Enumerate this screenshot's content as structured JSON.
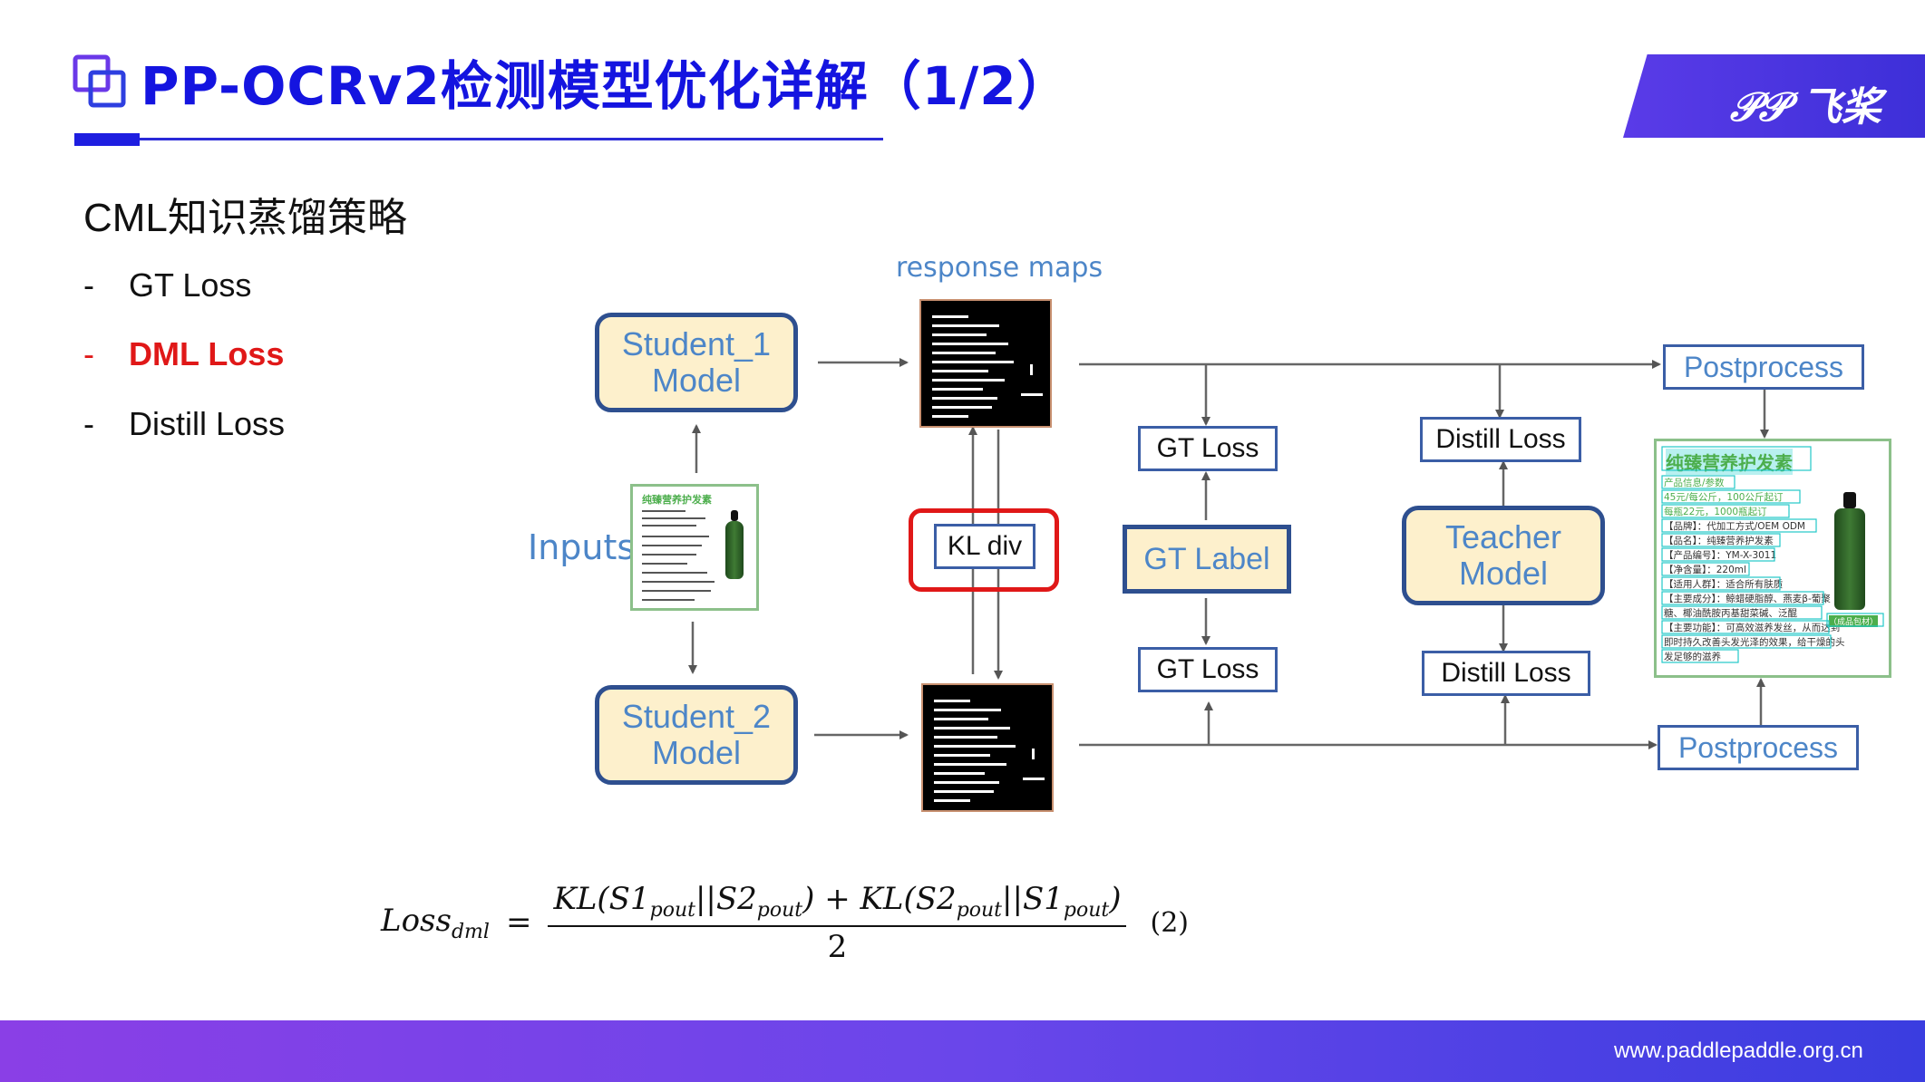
{
  "header": {
    "title": "PP-OCRv2检测模型优化详解（1/2）",
    "logo_text": "飞桨",
    "logo_glyph": "𝒫𝒫"
  },
  "left": {
    "section_title": "CML知识蒸馏策略",
    "bullets": [
      {
        "dash": "-",
        "text": "GT Loss",
        "color": "#111111"
      },
      {
        "dash": "-",
        "text": "DML Loss",
        "color": "#e01818"
      },
      {
        "dash": "-",
        "text": "Distill Loss",
        "color": "#111111"
      }
    ]
  },
  "diagram": {
    "response_maps_label": "response maps",
    "inputs_label": "Inputs",
    "student1": [
      "Student_1",
      "Model"
    ],
    "student2": [
      "Student_2",
      "Model"
    ],
    "teacher": [
      "Teacher",
      "Model"
    ],
    "kl_div": "KL div",
    "gt_label": "GT Label",
    "gt_loss_top": "GT Loss",
    "gt_loss_bottom": "GT Loss",
    "distill_loss_top": "Distill Loss",
    "distill_loss_bottom": "Distill Loss",
    "postprocess_top": "Postprocess",
    "postprocess_bottom": "Postprocess",
    "input_image": {
      "title": "纯臻营养护发素"
    },
    "output_image": {
      "title": "纯臻营养护发素",
      "lines": [
        "产品信息/参数",
        "45元/每公斤，100公斤起订",
        "每瓶22元，1000瓶起订",
        "【品牌】：代加工方式/OEM ODM",
        "【品名】：纯臻营养护发素",
        "【产品编号】：YM-X-3011",
        "【净含量】：220ml",
        "【适用人群】：适合所有肤质",
        "【主要成分】：鲸蜡硬脂醇、燕麦β-葡聚",
        "糖、椰油酰胺丙基甜菜碱、泛醌",
        "【主要功能】：可高效滋养发丝，从而达到",
        "即时持久改善头发光泽的效果，给干燥的头",
        "发足够的滋养"
      ],
      "side_tag": "（成品包材）"
    }
  },
  "formula": {
    "lhs": "Loss",
    "lhs_sub": "dml",
    "eq": "=",
    "num_a": "KL(S1",
    "sub_pout": "pout",
    "sep": "||S2",
    "close": ")",
    "plus": " + ",
    "num_b": "KL(S2",
    "sep_b": "||S1",
    "den": "2",
    "number": "(2)"
  },
  "footer": {
    "url": "www.paddlepaddle.org.cn"
  },
  "colors": {
    "title_blue": "#1414e0",
    "diagram_blue": "#4d86c8",
    "model_fill": "#fdf0cc",
    "model_border": "#2e4f8f",
    "kl_red": "#e01818"
  }
}
